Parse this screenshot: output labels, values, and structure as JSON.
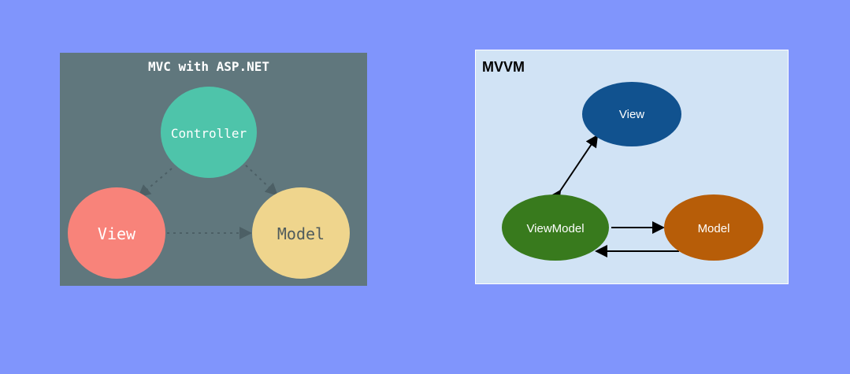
{
  "colors": {
    "page_background": "#8095fc",
    "mvc_panel": "#60777d",
    "mvc_title_text": "#ffffff",
    "controller": "#4ec4aa",
    "view_mvc": "#f8837a",
    "model_mvc": "#efd58d",
    "mvc_arrow": "#4c5f65",
    "mvvm_panel": "#d1e3f5",
    "mvvm_panel_border": "#ffffff",
    "view_mvvm": "#11528f",
    "viewmodel": "#387a1d",
    "model_mvvm": "#b75d08",
    "mvvm_arrow": "#000000"
  },
  "mvc": {
    "title": "MVC with ASP.NET",
    "controller_label": "Controller",
    "view_label": "View",
    "model_label": "Model"
  },
  "mvvm": {
    "title": "MVVM",
    "view_label": "View",
    "viewmodel_label": "ViewModel",
    "model_label": "Model"
  }
}
